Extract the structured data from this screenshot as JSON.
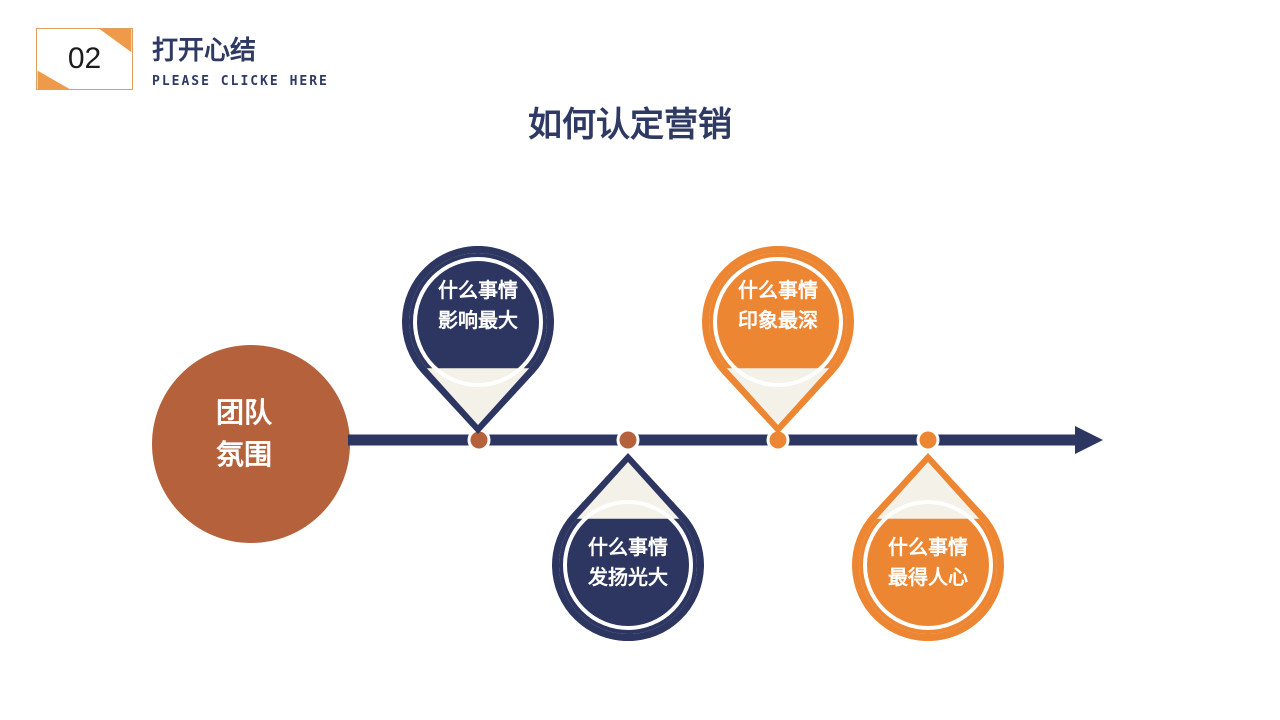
{
  "slide": {
    "badge": {
      "number": "02"
    },
    "section": {
      "title": "打开心结",
      "subtitle": "PLEASE CLICKE HERE"
    },
    "title": "如何认定营销"
  },
  "colors": {
    "navy": "#2d3561",
    "orange": "#ed8632",
    "rust": "#b5623c",
    "cream": "#f4f1e9",
    "white": "#ffffff",
    "badge_accent": "#ef9a4a",
    "badge_border": "#dda05f",
    "text_navy": "#2e3a64"
  },
  "diagram": {
    "center_circle": {
      "line1": "团队",
      "line2": "氛围"
    },
    "pins": [
      {
        "position": "top",
        "line1": "什么事情",
        "line2": "影响最大",
        "fill": "#2d3561",
        "dot": "#b5623c"
      },
      {
        "position": "bottom",
        "line1": "什么事情",
        "line2": "发扬光大",
        "fill": "#2d3561",
        "dot": "#b5623c"
      },
      {
        "position": "top",
        "line1": "什么事情",
        "line2": "印象最深",
        "fill": "#ed8632",
        "dot": "#ed8632"
      },
      {
        "position": "bottom",
        "line1": "什么事情",
        "line2": "最得人心",
        "fill": "#ed8632",
        "dot": "#ed8632"
      }
    ]
  }
}
